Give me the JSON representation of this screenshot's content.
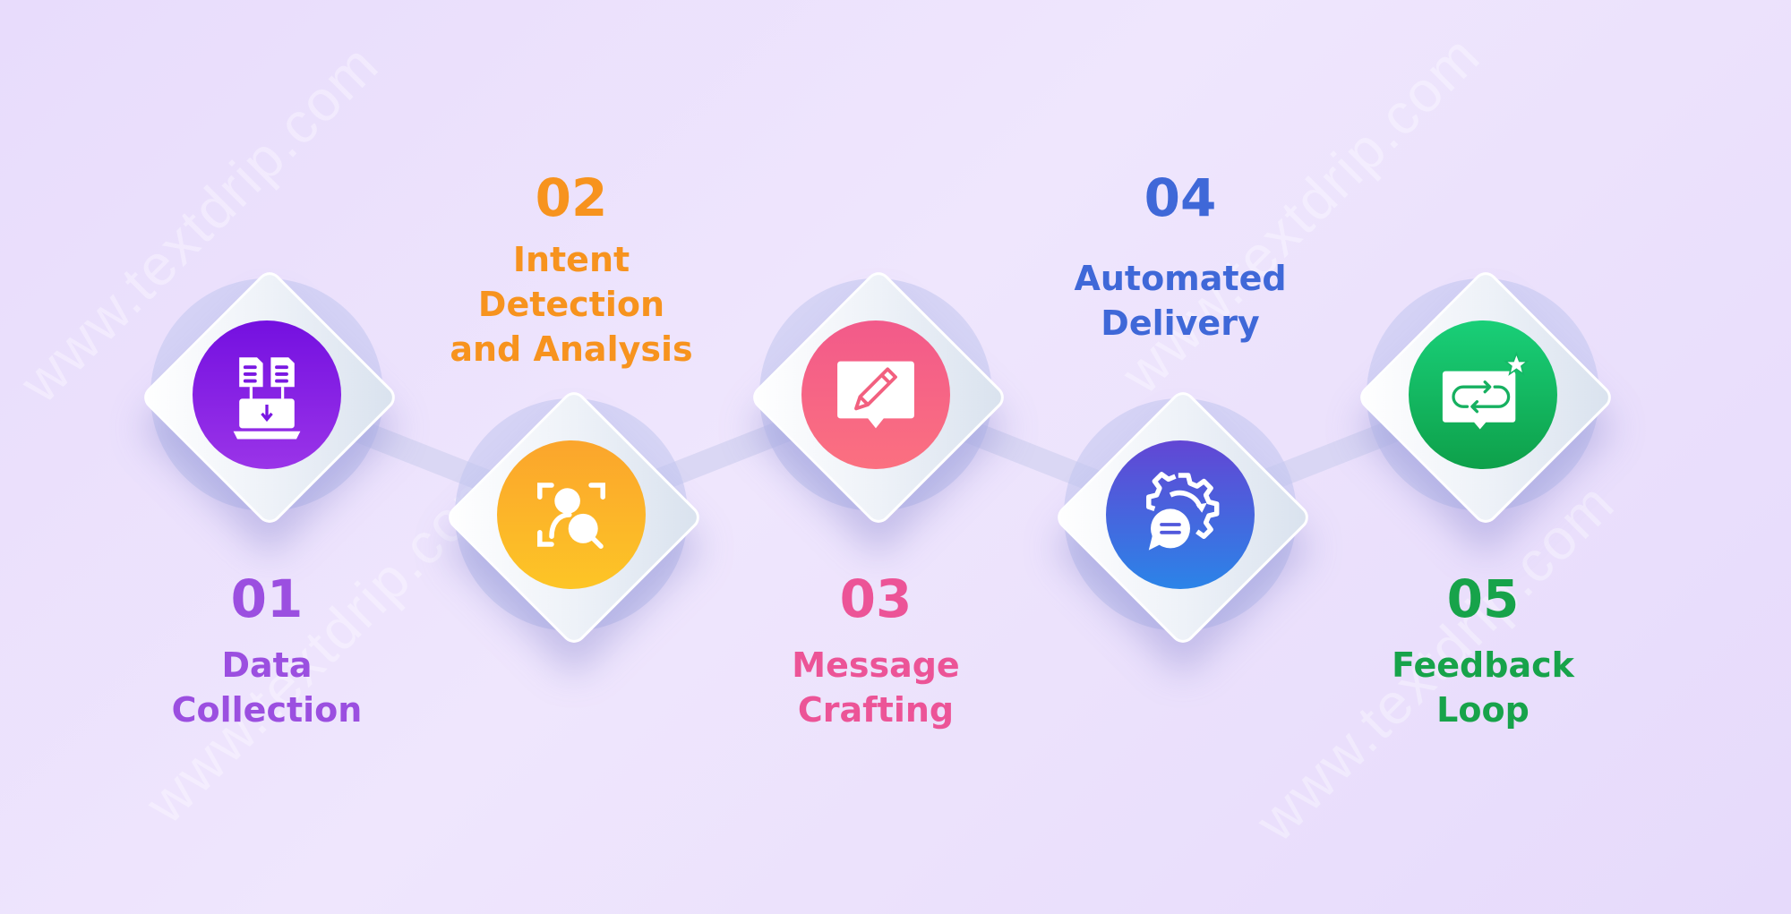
{
  "watermark": "www.textdrip.com",
  "steps": [
    {
      "number": "01",
      "title_lines": [
        "Data",
        "Collection"
      ],
      "color": "#9b4fe0",
      "circle_from": "#7410e0",
      "circle_to": "#9a34e8",
      "icon": "documents-to-laptop-icon"
    },
    {
      "number": "02",
      "title_lines": [
        "Intent",
        "Detection",
        "and Analysis"
      ],
      "color": "#f7931e",
      "circle_from": "#fba52c",
      "circle_to": "#fdc526",
      "icon": "user-scan-search-icon"
    },
    {
      "number": "03",
      "title_lines": [
        "Message",
        "Crafting"
      ],
      "color": "#ec5497",
      "circle_from": "#f25a8a",
      "circle_to": "#fb7080",
      "icon": "message-pencil-icon"
    },
    {
      "number": "04",
      "title_lines": [
        "Automated",
        "Delivery"
      ],
      "color": "#3f68d8",
      "circle_from": "#6246d4",
      "circle_to": "#2b84e8",
      "icon": "gear-chat-automation-icon"
    },
    {
      "number": "05",
      "title_lines": [
        "Feedback",
        "Loop"
      ],
      "color": "#17a34a",
      "circle_from": "#19cf78",
      "circle_to": "#0ea04a",
      "icon": "feedback-loop-star-icon"
    }
  ]
}
